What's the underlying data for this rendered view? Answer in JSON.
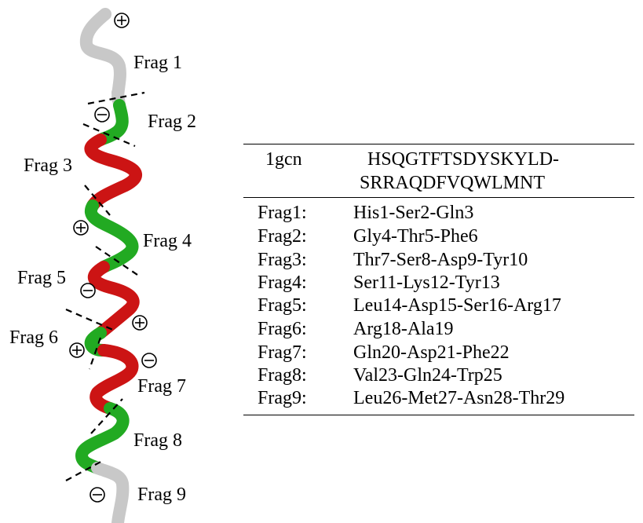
{
  "colors": {
    "coil": "#c8c8c8",
    "helix_acidic": "#cc1414",
    "helix_polar": "#22aa22",
    "line": "#000000"
  },
  "icons": {
    "positive": "circled-plus-icon",
    "negative": "circled-minus-icon"
  },
  "fragment_labels": [
    "Frag 1",
    "Frag 2",
    "Frag 3",
    "Frag 4",
    "Frag 5",
    "Frag 6",
    "Frag 7",
    "Frag 8",
    "Frag 9"
  ],
  "table": {
    "header": {
      "id": "1gcn",
      "sequence_line1": "HSQGTFTSDYSKYLD-",
      "sequence_line2": "SRRAQDFVQWLMNT"
    },
    "rows": [
      {
        "frag": "Frag1:",
        "residues": "His1-Ser2-Gln3"
      },
      {
        "frag": "Frag2:",
        "residues": "Gly4-Thr5-Phe6"
      },
      {
        "frag": "Frag3:",
        "residues": "Thr7-Ser8-Asp9-Tyr10"
      },
      {
        "frag": "Frag4:",
        "residues": "Ser11-Lys12-Tyr13"
      },
      {
        "frag": "Frag5:",
        "residues": "Leu14-Asp15-Ser16-Arg17"
      },
      {
        "frag": "Frag6:",
        "residues": "Arg18-Ala19"
      },
      {
        "frag": "Frag7:",
        "residues": "Gln20-Asp21-Phe22"
      },
      {
        "frag": "Frag8:",
        "residues": "Val23-Gln24-Trp25"
      },
      {
        "frag": "Frag9:",
        "residues": "Leu26-Met27-Asn28-Thr29"
      }
    ]
  }
}
